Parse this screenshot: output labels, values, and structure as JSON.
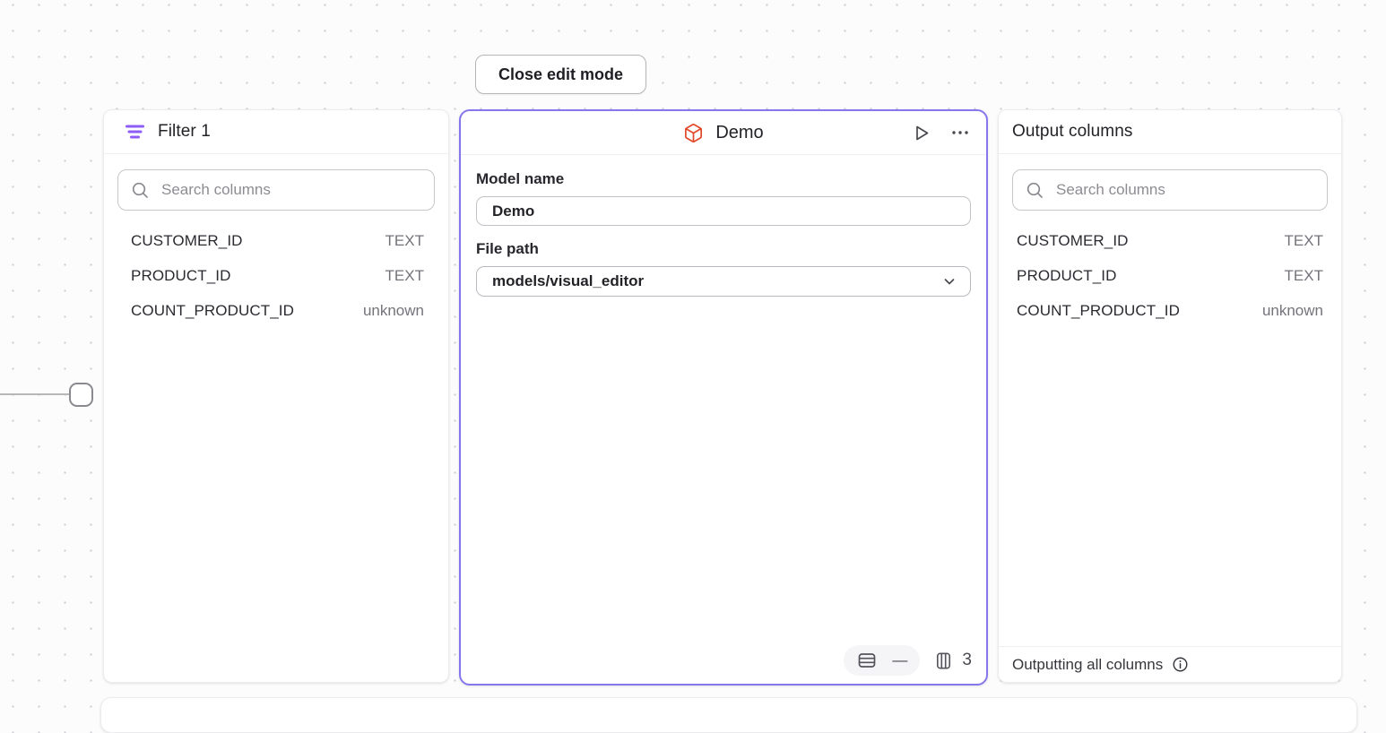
{
  "toolbar": {
    "close_edit_mode_label": "Close edit mode"
  },
  "filter_panel": {
    "title": "Filter 1",
    "search_placeholder": "Search columns",
    "columns": [
      {
        "name": "CUSTOMER_ID",
        "type": "TEXT"
      },
      {
        "name": "PRODUCT_ID",
        "type": "TEXT"
      },
      {
        "name": "COUNT_PRODUCT_ID",
        "type": "unknown"
      }
    ]
  },
  "model_panel": {
    "title": "Demo",
    "fields": {
      "model_name_label": "Model name",
      "model_name_value": "Demo",
      "file_path_label": "File path",
      "file_path_value": "models/visual_editor"
    },
    "status_bar": {
      "row_count": "—",
      "column_count": "3"
    }
  },
  "output_panel": {
    "title": "Output columns",
    "search_placeholder": "Search columns",
    "columns": [
      {
        "name": "CUSTOMER_ID",
        "type": "TEXT"
      },
      {
        "name": "PRODUCT_ID",
        "type": "TEXT"
      },
      {
        "name": "COUNT_PRODUCT_ID",
        "type": "unknown"
      }
    ],
    "footer_text": "Outputting all columns"
  },
  "colors": {
    "accent_purple": "#8678ec",
    "icon_purple": "#8f5cf7",
    "icon_orange": "#e2482a"
  }
}
